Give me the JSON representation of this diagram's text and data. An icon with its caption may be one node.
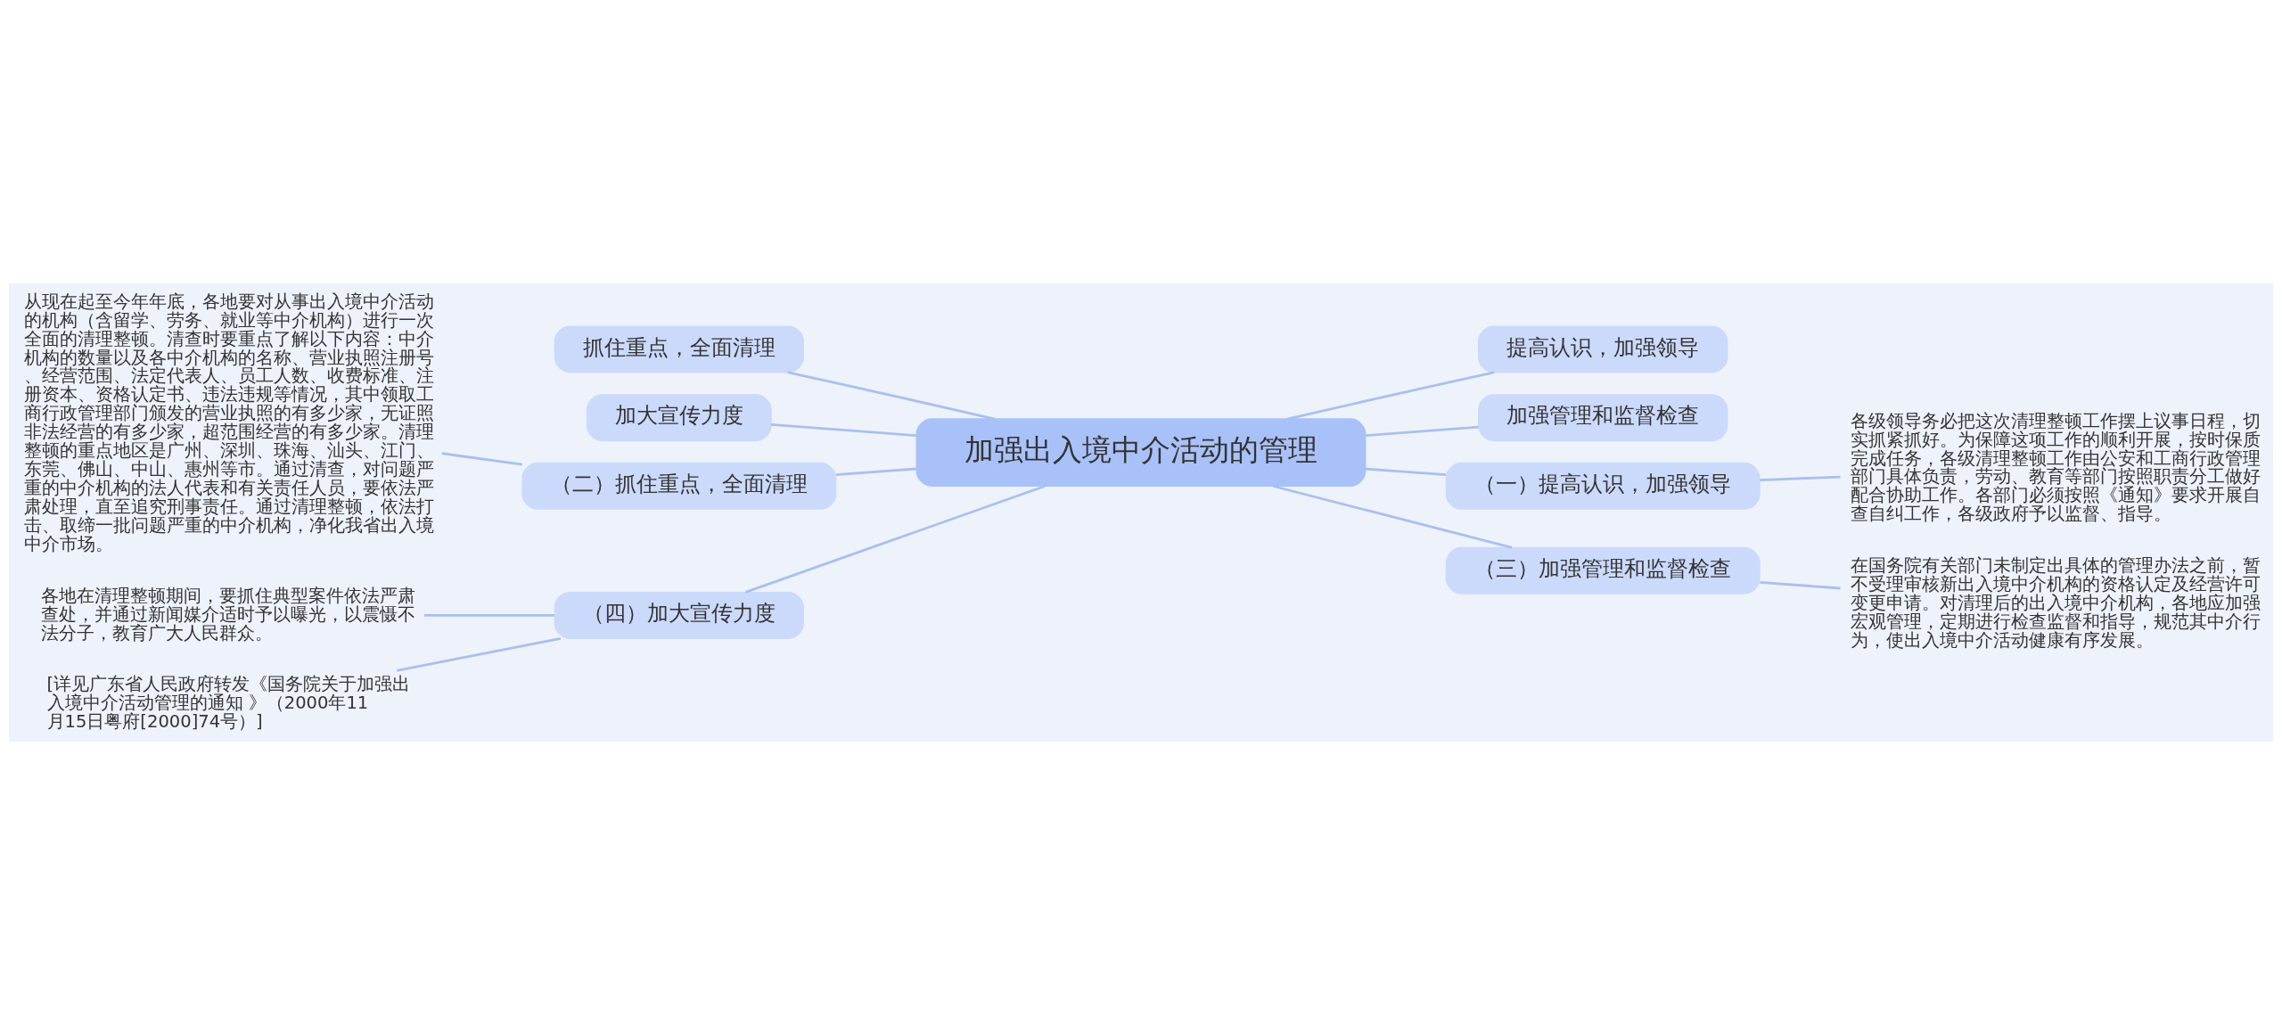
{
  "diagram": {
    "nodes": [
      {
        "text": [
          "加强出入境中介活动的管理"
        ]
      },
      {
        "text": [
          "抓住重点，全面清理"
        ]
      },
      {
        "text": [
          "加大宣传力度"
        ]
      },
      {
        "text": [
          "（二）抓住重点，全面清理"
        ]
      },
      {
        "text": [
          "从现在起至今年年底，各地要对从事出入境中介活动的机构（含留学、劳务、就业等中介机构）进行一次全面的清理整顿。清查时要重点了解以下内容：中介机构的数量以及各中介机构的名称、营业执照注册号、经营范围、法定代表人、员工人数、收费标准、注册资本、资格认定书、违法违规等情况，其中领取工商行政管理部门颁发的营业执照的有多少家，无证照非法经营的有多少家，超范围经营的有多少家。清理整顿的重点地区是广州、深圳、珠海、汕头、江门、东莞、佛山、中山、惠州等市。通过清查，对问题严重的中介机构的法人代表和有关责任人员，要依法严肃处理，直至追究刑事责任。通过清理整顿，依法打击、取缔一批问题严重的中介机构，净化我省出入境中介市场。"
        ]
      },
      {
        "text": [
          "（四）加大宣传力度"
        ]
      },
      {
        "text": [
          "各地在清理整顿期间，要抓住典型案件依法严肃查处，并通过新闻媒介适时予以曝光，以震慑不法分子，教育广大人民群众。"
        ]
      },
      {
        "text": [
          "[详见广东省人民政府转发《国务院关于加强出入境中介活动管理的通知 》（2000年11月15日粤府[2000]74号）]"
        ]
      },
      {
        "text": [
          "提高认识，加强领导"
        ]
      },
      {
        "text": [
          "加强管理和监督检查"
        ]
      },
      {
        "text": [
          "（一）提高认识，加强领导"
        ]
      },
      {
        "text": [
          "各级领导务必把这次清理整顿工作摆上议事日程，切实抓紧抓好。为保障这项工作的顺利开展，按时保质完成任务，各级清理整顿工作由公安和工商行政管理部门具体负责，劳动、教育等部门按照职责分工做好配合协助工作。各部门必须按照《通知》要求开展自查自纠工作，各级政府予以监督、指导。"
        ]
      },
      {
        "text": [
          "（三）加强管理和监督检查"
        ]
      },
      {
        "text": [
          "在国务院有关部门未制定出具体的管理办法之前，暂不受理审核新出入境中介机构的资格认定及经营许可变更申请。对清理后的出入境中介机构，各地应加强宏观管理，定期进行检查监督和指导，规范其中介行为，使出入境中介活动健康有序发展。"
        ]
      }
    ],
    "edges": [
      {
        "from": 0,
        "to": 1,
        "arrow": "none"
      },
      {
        "from": 0,
        "to": 2,
        "arrow": "none"
      },
      {
        "from": 0,
        "to": 3,
        "arrow": "none"
      },
      {
        "from": 0,
        "to": 5,
        "arrow": "none"
      },
      {
        "from": 0,
        "to": 8,
        "arrow": "none"
      },
      {
        "from": 0,
        "to": 9,
        "arrow": "none"
      },
      {
        "from": 0,
        "to": 10,
        "arrow": "none"
      },
      {
        "from": 0,
        "to": 12,
        "arrow": "none"
      },
      {
        "from": 3,
        "to": 4,
        "arrow": "none"
      },
      {
        "from": 5,
        "to": 6,
        "arrow": "none"
      },
      {
        "from": 5,
        "to": 7,
        "arrow": "none"
      },
      {
        "from": 10,
        "to": 11,
        "arrow": "none"
      },
      {
        "from": 12,
        "to": 13,
        "arrow": "none"
      }
    ]
  }
}
